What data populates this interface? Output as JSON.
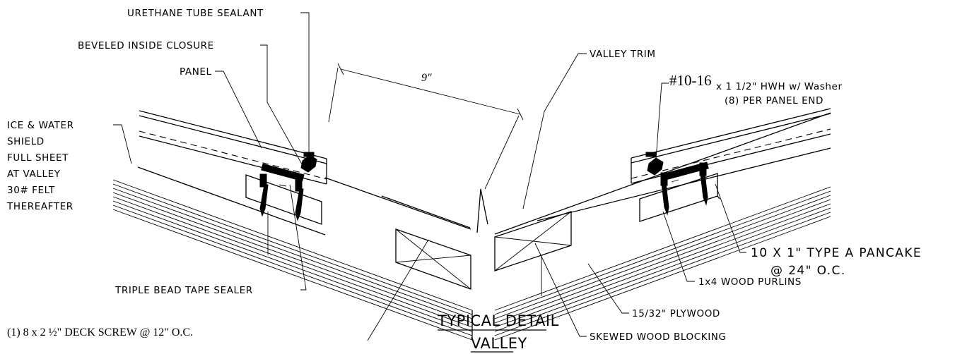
{
  "title": {
    "line1": "TYPICAL DETAIL",
    "line2": "VALLEY"
  },
  "dimension": "9\"",
  "labels": {
    "urethane_tube_sealant": "URETHANE TUBE SEALANT",
    "beveled_inside_closure": "BEVELED INSIDE CLOSURE",
    "panel": "PANEL",
    "ice_water_shield": [
      "ICE & WATER",
      "SHIELD",
      "FULL SHEET",
      "AT VALLEY",
      "30# FELT",
      "THEREAFTER"
    ],
    "triple_bead_tape_sealer": "TRIPLE BEAD TAPE SEALER",
    "deck_screw": "(1)  8 x 2 ½\" DECK SCREW @ 12\" O.C.",
    "valley_trim": "VALLEY TRIM",
    "fastener_main": "#10-16",
    "fastener_rest": "x 1 1/2\" HWH w/ Washer",
    "per_panel_end": "(8) PER PANEL END",
    "pancake_line1": "10 X 1\" TYPE A PANCAKE",
    "pancake_line2": "@ 24\" O.C.",
    "wood_purlins": "1x4 WOOD PURLINS",
    "plywood": "15/32\" PLYWOOD",
    "skewed_blocking": "SKEWED WOOD BLOCKING"
  }
}
